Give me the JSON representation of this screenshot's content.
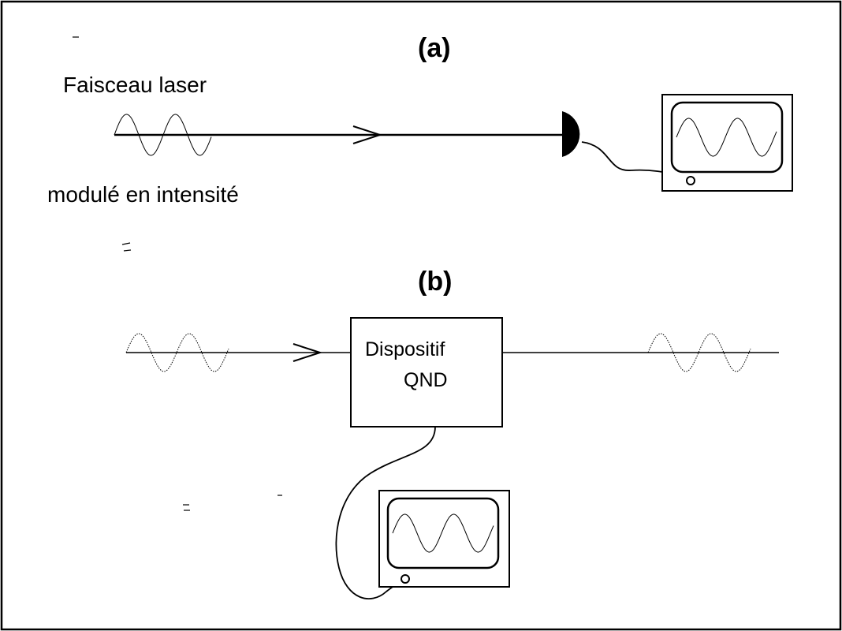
{
  "panel_a": {
    "label": "(a)",
    "beam_label_line1": "Faisceau laser",
    "beam_label_line2": "modulé en intensité"
  },
  "panel_b": {
    "label": "(b)",
    "device_line1": "Dispositif",
    "device_line2": "QND"
  },
  "colors": {
    "ink": "#000000",
    "background": "#ffffff"
  },
  "icons": [
    "photodetector-icon",
    "oscilloscope-icon"
  ]
}
